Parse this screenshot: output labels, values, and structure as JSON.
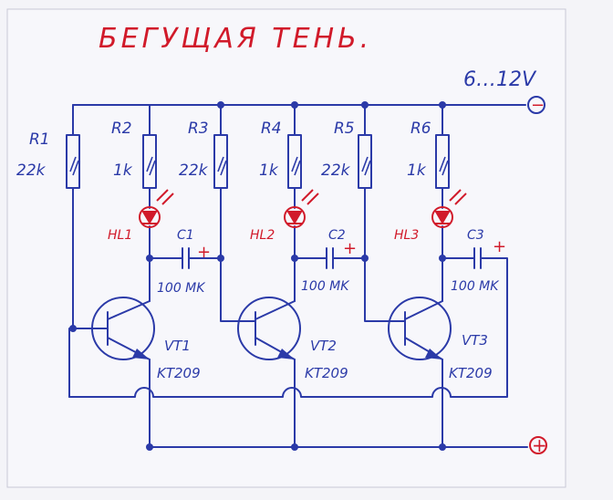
{
  "title": "БЕГУЩАЯ ТЕНЬ.",
  "supply": {
    "voltage": "6…12V",
    "neg_sign": "−",
    "pos_sign": "+"
  },
  "resistors": [
    {
      "ref": "R1",
      "value": "22k"
    },
    {
      "ref": "R2",
      "value": "1k"
    },
    {
      "ref": "R3",
      "value": "22k"
    },
    {
      "ref": "R4",
      "value": "1k"
    },
    {
      "ref": "R5",
      "value": "22k"
    },
    {
      "ref": "R6",
      "value": "1k"
    }
  ],
  "leds": [
    {
      "ref": "HL1"
    },
    {
      "ref": "HL2"
    },
    {
      "ref": "HL3"
    }
  ],
  "capacitors": [
    {
      "ref": "C1",
      "value": "100 MK",
      "polarity": "+"
    },
    {
      "ref": "C2",
      "value": "100 MK",
      "polarity": "+"
    },
    {
      "ref": "C3",
      "value": "100 MK",
      "polarity": "+"
    }
  ],
  "transistors": [
    {
      "ref": "VT1",
      "type": "KT209"
    },
    {
      "ref": "VT2",
      "type": "KT209"
    },
    {
      "ref": "VT3",
      "type": "KT209"
    }
  ],
  "colors": {
    "ink": "#2b3aa8",
    "red": "#d11a2a",
    "paper": "#f4f4f8"
  }
}
